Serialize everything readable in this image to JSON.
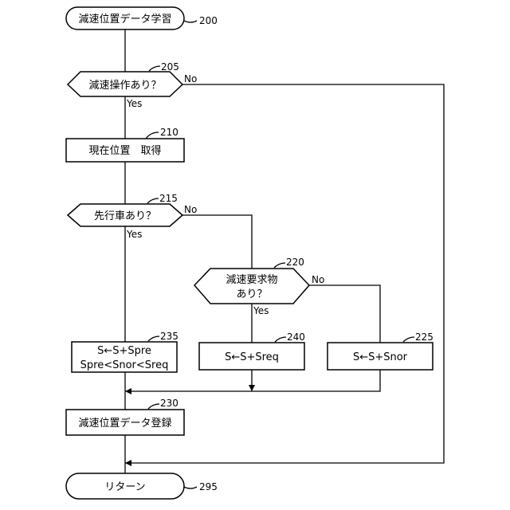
{
  "nodes": {
    "start": {
      "label": "減速位置データ学習",
      "ref": "200"
    },
    "d205": {
      "label": "減速操作あり？",
      "ref": "205",
      "no": "No",
      "yes": "Yes"
    },
    "p210": {
      "label": "現在位置　取得",
      "ref": "210"
    },
    "d215": {
      "label": "先行車あり？",
      "ref": "215",
      "no": "No",
      "yes": "Yes"
    },
    "d220": {
      "label_line1": "減速要求物",
      "label_line2": "あり？",
      "ref": "220",
      "no": "No",
      "yes": "Yes"
    },
    "p235": {
      "line1": "S←S+Spre",
      "line2": "Spre<Snor<Sreq",
      "ref": "235"
    },
    "p240": {
      "label": "S←S+Sreq",
      "ref": "240"
    },
    "p225": {
      "label": "S←S+Snor",
      "ref": "225"
    },
    "p230": {
      "label": "減速位置データ登録",
      "ref": "230"
    },
    "end": {
      "label": "リターン",
      "ref": "295"
    }
  }
}
